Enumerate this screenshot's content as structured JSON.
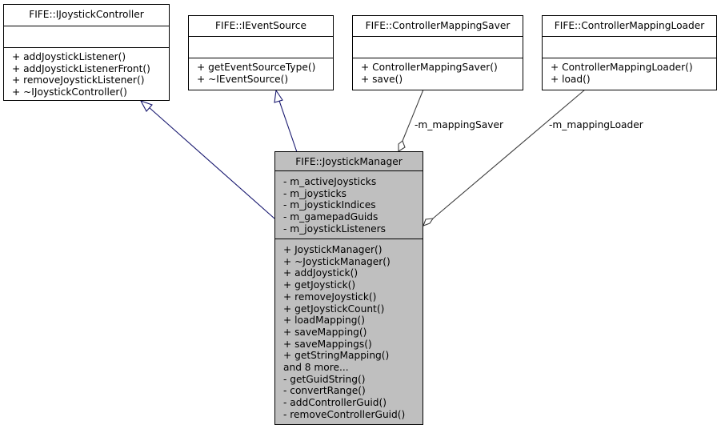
{
  "classes": {
    "joystick_controller": {
      "title": "FIFE::IJoystickController",
      "methods": [
        "+ addJoystickListener()",
        "+ addJoystickListenerFront()",
        "+ removeJoystickListener()",
        "+ ~IJoystickController()"
      ]
    },
    "event_source": {
      "title": "FIFE::IEventSource",
      "methods": [
        "+ getEventSourceType()",
        "+ ~IEventSource()"
      ]
    },
    "mapping_saver": {
      "title": "FIFE::ControllerMappingSaver",
      "methods": [
        "+ ControllerMappingSaver()",
        "+ save()"
      ]
    },
    "mapping_loader": {
      "title": "FIFE::ControllerMappingLoader",
      "methods": [
        "+ ControllerMappingLoader()",
        "+ load()"
      ]
    },
    "joystick_manager": {
      "title": "FIFE::JoystickManager",
      "attributes": [
        "- m_activeJoysticks",
        "- m_joysticks",
        "- m_joystickIndices",
        "- m_gamepadGuids",
        "- m_joystickListeners"
      ],
      "methods": [
        "+ JoystickManager()",
        "+ ~JoystickManager()",
        "+ addJoystick()",
        "+ getJoystick()",
        "+ removeJoystick()",
        "+ getJoystickCount()",
        "+ loadMapping()",
        "+ saveMapping()",
        "+ saveMappings()",
        "+ getStringMapping()",
        "and 8 more...",
        "- getGuidString()",
        "- convertRange()",
        "- addControllerGuid()",
        "- removeControllerGuid()"
      ]
    }
  },
  "edges": {
    "saver_label": "-m_mappingSaver",
    "loader_label": "-m_mappingLoader"
  },
  "colors": {
    "inheritance": "#191970",
    "association": "#404040",
    "main_fill": "#bfbfbf"
  }
}
